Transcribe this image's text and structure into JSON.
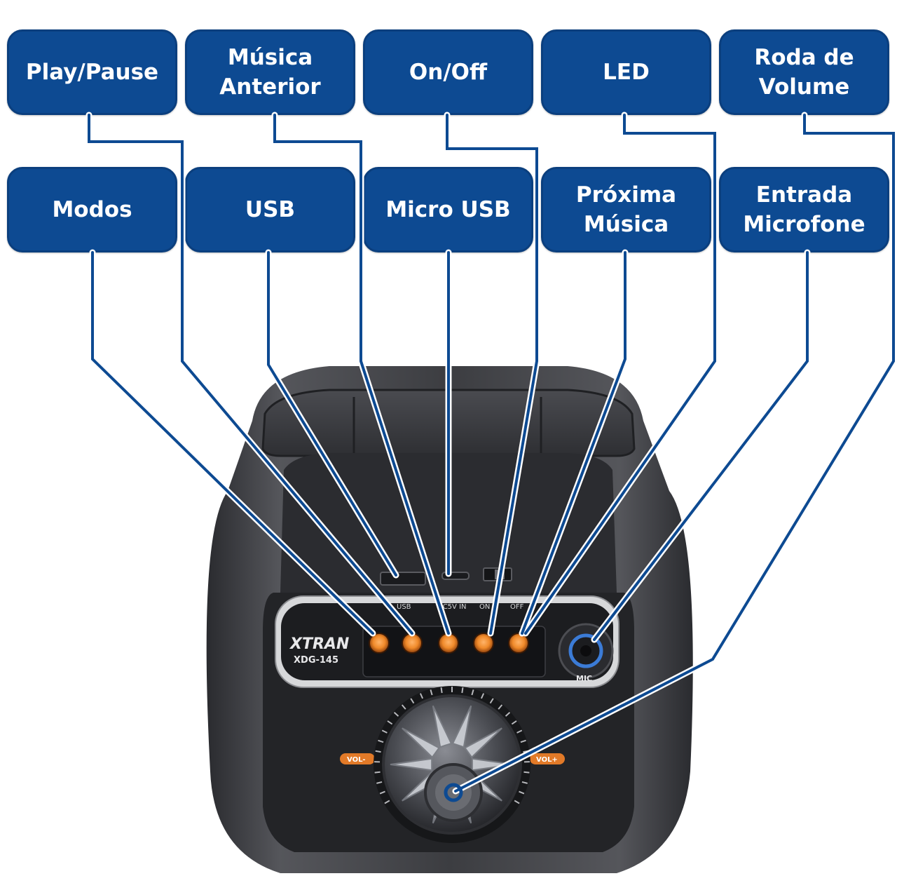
{
  "callouts": [
    {
      "id": "play-pause",
      "label": "Play/Pause"
    },
    {
      "id": "musica-anterior",
      "label": "Música\nAnterior"
    },
    {
      "id": "on-off",
      "label": "On/Off"
    },
    {
      "id": "led",
      "label": "LED"
    },
    {
      "id": "roda-volume",
      "label": "Roda de\nVolume"
    },
    {
      "id": "modos",
      "label": "Modos"
    },
    {
      "id": "usb",
      "label": "USB"
    },
    {
      "id": "micro-usb",
      "label": "Micro USB"
    },
    {
      "id": "proxima-musica",
      "label": "Próxima\nMúsica"
    },
    {
      "id": "entrada-microfone",
      "label": "Entrada\nMicrofone"
    }
  ],
  "device": {
    "brand": "XTRAN",
    "model": "XDG-145",
    "port_labels": [
      "USB",
      "DC5V IN",
      "ON",
      "OFF"
    ],
    "mic_label": "MIC",
    "vol_minus": "VOL-",
    "vol_plus": "VOL+"
  },
  "colors": {
    "callout_fill": "#0d4a92",
    "leader_line": "#0d4a92",
    "button_orange": "#f08a2a",
    "speaker_body": "#3a3b3f"
  }
}
